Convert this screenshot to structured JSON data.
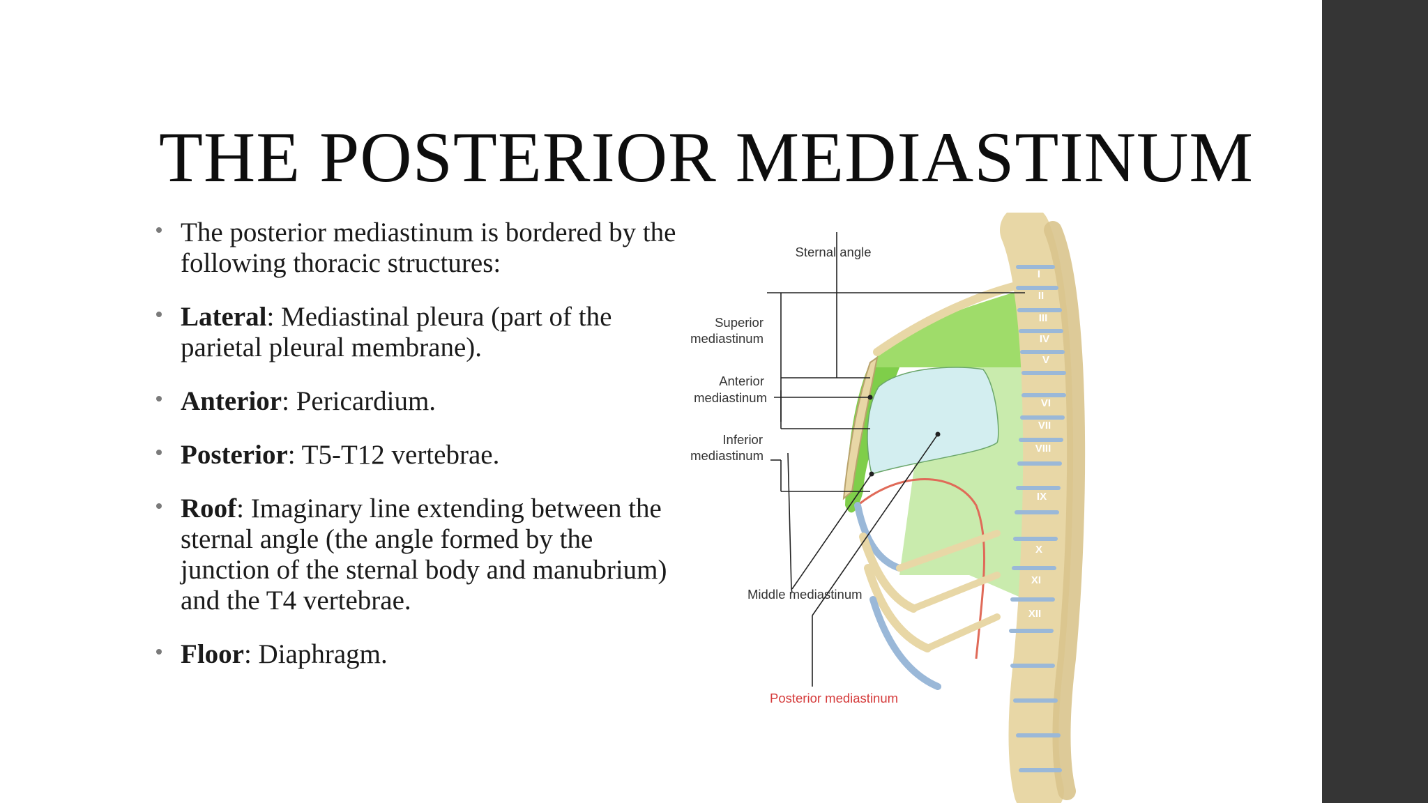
{
  "title": "THE POSTERIOR MEDIASTINUM",
  "bullets": [
    {
      "bold": "",
      "text": "The posterior mediastinum is bordered by the following thoracic structures:"
    },
    {
      "bold": "Lateral",
      "text": ": Mediastinal pleura (part of the parietal pleural membrane)."
    },
    {
      "bold": "Anterior",
      "text": ": Pericardium."
    },
    {
      "bold": "Posterior",
      "text": ": T5-T12 vertebrae."
    },
    {
      "bold": "Roof",
      "text": ": Imaginary line extending between the sternal angle (the angle formed by the junction of the sternal body and manubrium) and the T4 vertebrae."
    },
    {
      "bold": "Floor",
      "text": ": Diaphragm."
    }
  ],
  "figure": {
    "labels": {
      "sternal_angle": "Sternal angle",
      "superior_1": "Superior",
      "superior_2": "mediastinum",
      "anterior_1": "Anterior",
      "anterior_2": "mediastinum",
      "inferior_1": "Inferior",
      "inferior_2": "mediastinum",
      "middle": "Middle mediastinum",
      "posterior": "Posterior mediastinum"
    },
    "vertebrae": [
      "I",
      "II",
      "III",
      "IV",
      "V",
      "VI",
      "VII",
      "VIII",
      "IX",
      "X",
      "XI",
      "XII"
    ],
    "colors": {
      "superior_region": "#9fdc6a",
      "posterior_region": "#c9ebad",
      "anterior_region": "#7fce4a",
      "middle_region": "#d3eef0",
      "bone": "#e8d7a6",
      "cartilage": "#9ab8d8",
      "posterior_label": "#d53a3a",
      "sidebar": "#353535"
    }
  }
}
